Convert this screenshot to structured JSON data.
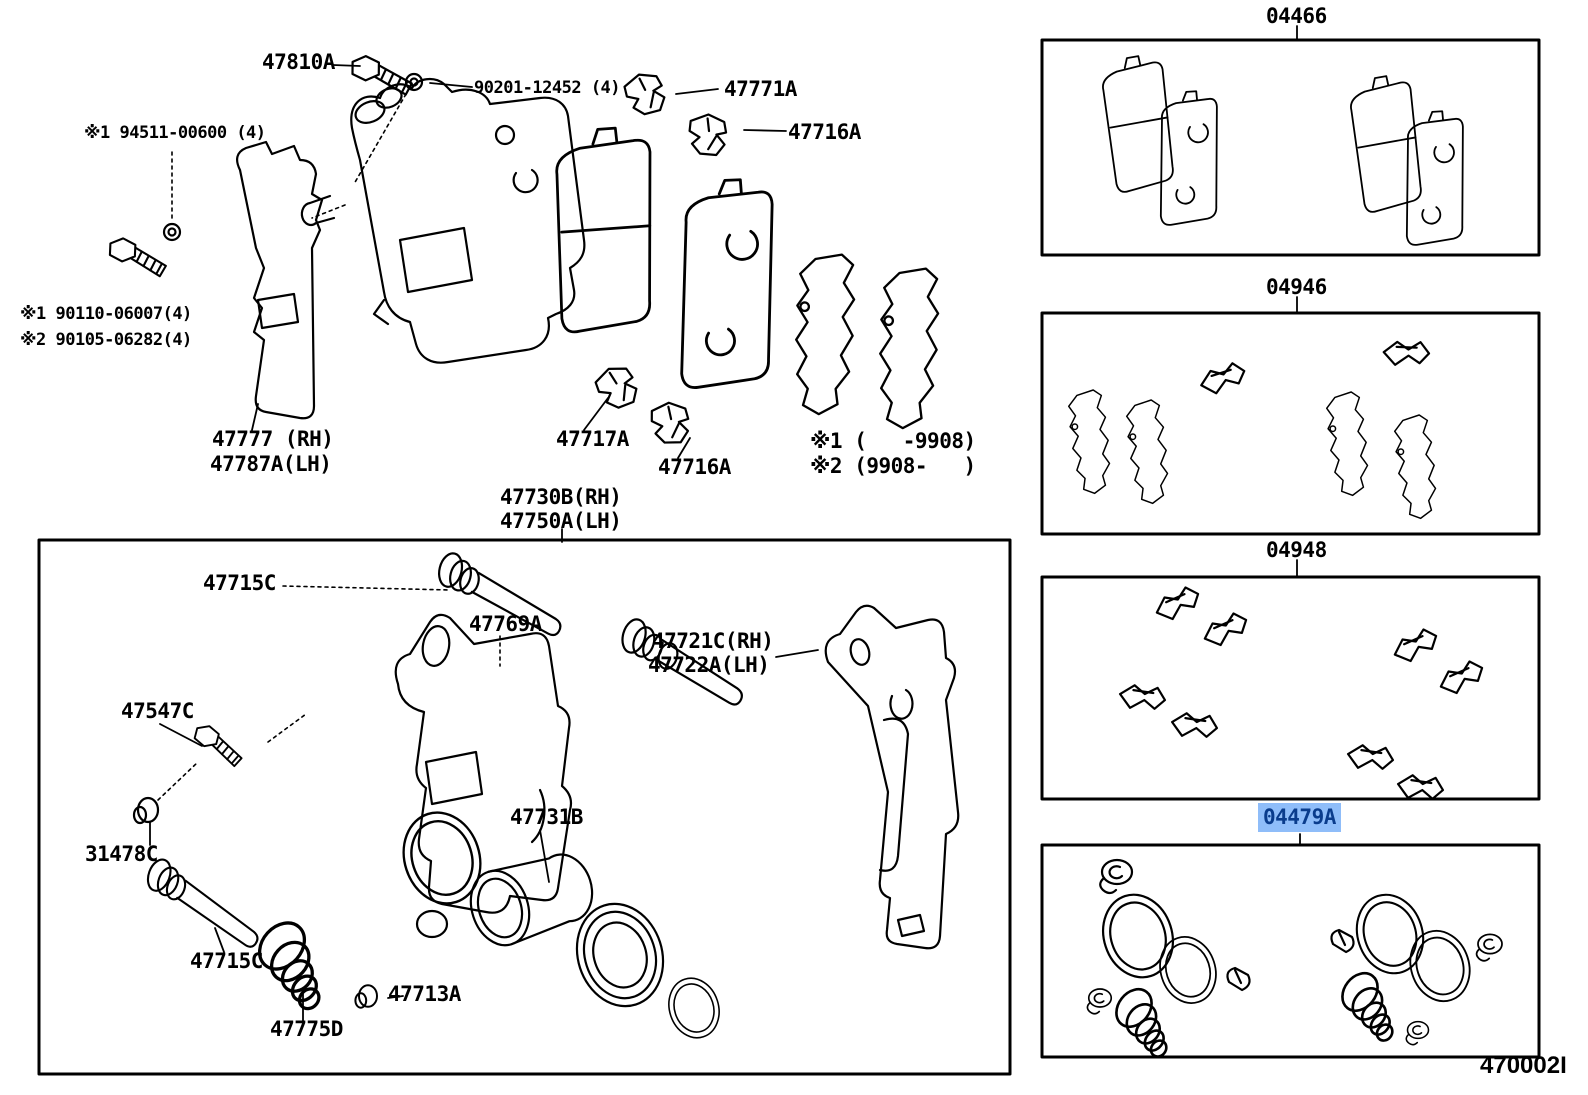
{
  "diagram_code": "470002I",
  "highlight": {
    "bg": "#8fbdf9",
    "fg": "#0a3c8c"
  },
  "assembly_callouts": {
    "bolt": "47810A",
    "washer_bolt": "90201-12452 (4)",
    "clip_upper": "47771A",
    "support_clip_top": "47716A",
    "note1_shim": "※1 94511-00600 (4)",
    "note1_bolt": "※1 90110-06007(4)",
    "note2_bolt": "※2 90105-06282(4)",
    "shield_rh": "47777 (RH)",
    "shield_lh": "47787A(LH)",
    "clip_lower": "47717A",
    "support_clip_bottom": "47716A",
    "range_note1": "※1 (   -9908)",
    "range_note2": "※2 (9908-   )",
    "caliper_rh": "47730B(RH)",
    "caliper_lh": "47750A(LH)"
  },
  "caliper_callouts": {
    "slide_pin_upper": "47715C",
    "slide_bush": "47769A",
    "mounting_rh": "47721C(RH)",
    "mounting_lh": "47722A(LH)",
    "bleeder_plug": "47547C",
    "bleeder_cap": "31478C",
    "piston": "47731B",
    "slide_pin_lower": "47715C",
    "pin_bolt": "47713A",
    "pin_boot": "47775D"
  },
  "kits": [
    {
      "code": "04466",
      "highlighted": false
    },
    {
      "code": "04946",
      "highlighted": false
    },
    {
      "code": "04948",
      "highlighted": false
    },
    {
      "code": "04479A",
      "highlighted": true
    }
  ]
}
